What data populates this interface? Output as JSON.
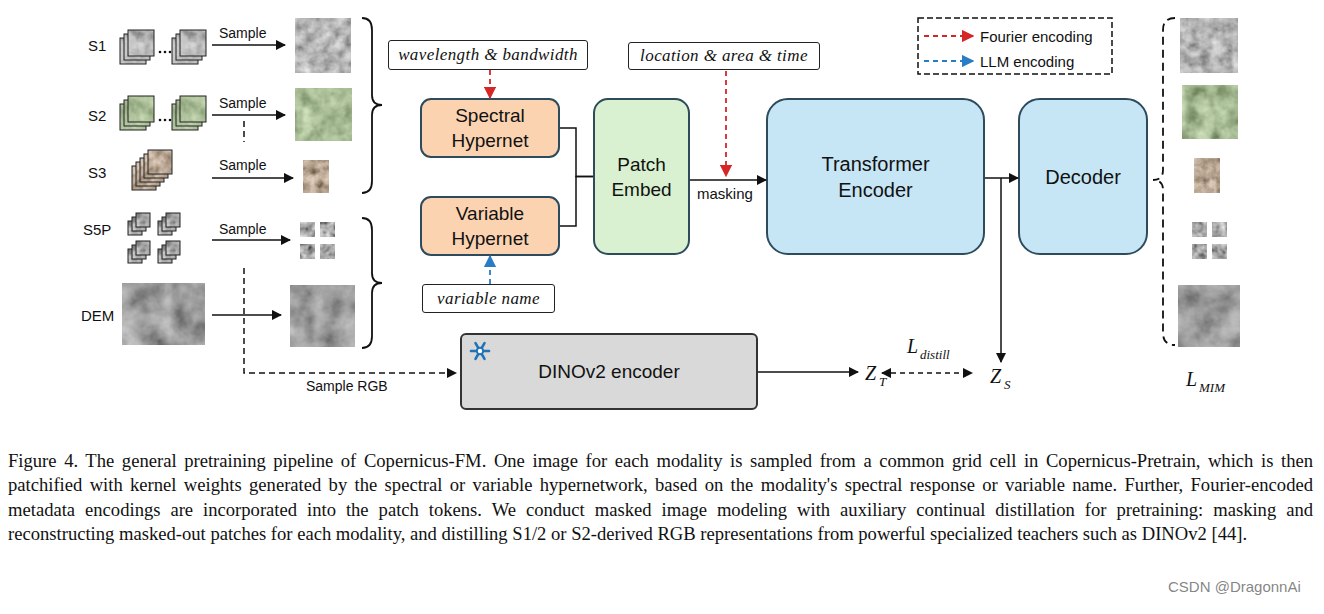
{
  "diagram": {
    "caption": "Figure 4.  The general pretraining pipeline of Copernicus-FM. One image for each modality is sampled from a common grid cell in Copernicus-Pretrain, which is then patchified with kernel weights generated by the spectral or variable hypernetwork, based on the modality's spectral response or variable name. Further, Fourier-encoded metadata encodings are incorporated into the patch tokens. We conduct masked image modeling with auxiliary continual distillation for pretraining: masking and reconstructing masked-out patches for each modality, and distilling S1/2 or S2-derived RGB representations from powerful specialized teachers such as DINOv2 [44].",
    "nodes": [
      {
        "text": [
          "wavelength & bandwidth"
        ]
      },
      {
        "text": [
          "location & area & time"
        ]
      },
      {
        "text": [
          "Spectral Hypernet"
        ]
      },
      {
        "text": [
          "Patch Embed"
        ]
      },
      {
        "text": [
          "Transformer Encoder"
        ]
      },
      {
        "text": [
          "Decoder"
        ]
      },
      {
        "text": [
          "Variable Hypernet"
        ]
      },
      {
        "text": [
          "variable name"
        ]
      },
      {
        "text": [
          "DINOv2 encoder"
        ]
      }
    ],
    "edges": [
      {
        "from": 0,
        "to": 2,
        "arrow": "to"
      },
      {
        "from": 7,
        "to": 6,
        "arrow": "to"
      },
      {
        "from": 2,
        "to": 3,
        "arrow": "none"
      },
      {
        "from": 6,
        "to": 3,
        "arrow": "none"
      },
      {
        "from": 3,
        "to": 4,
        "label": "masking",
        "arrow": "to"
      },
      {
        "from": 4,
        "to": 5,
        "arrow": "to"
      }
    ],
    "labels": [
      "S1",
      "Sample",
      "S2",
      "Sample",
      "S3",
      "Sample",
      "S5P",
      "Sample",
      "DEM",
      "Sample RGB",
      "L",
      "distill",
      "Z",
      "T",
      "Z",
      "S",
      "L",
      "MIM",
      "CSDN @DragonnAi"
    ],
    "legend": [
      {
        "text": "Fourier encoding"
      },
      {
        "text": "LLM encoding"
      }
    ]
  }
}
